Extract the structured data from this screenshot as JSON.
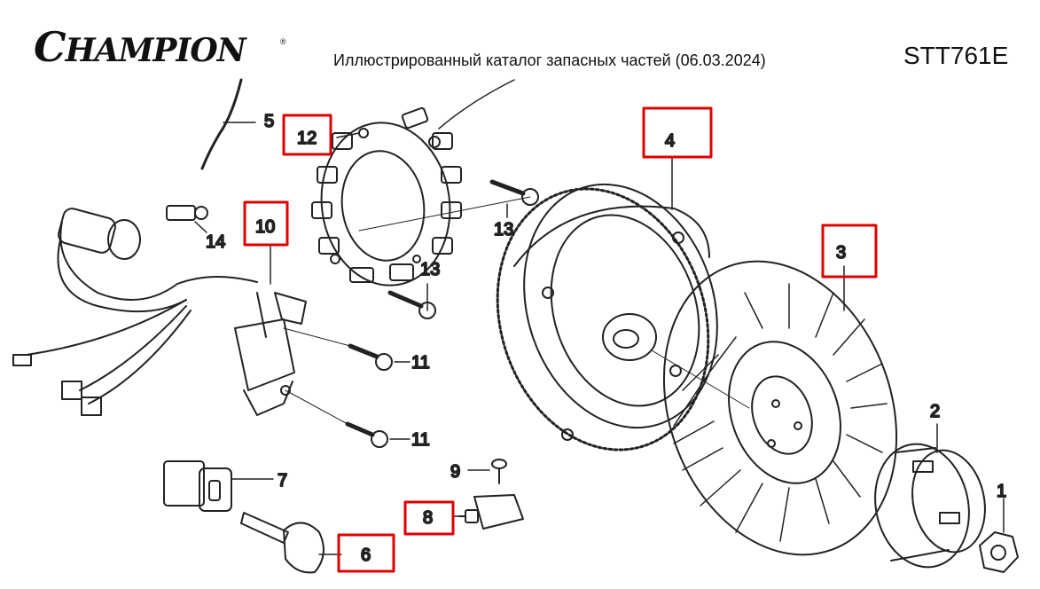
{
  "header": {
    "brand": "CHAMPION",
    "brand_first": "C",
    "brand_rest": "HAMPION",
    "registered": "®",
    "title": "Иллюстрированный каталог запасных частей (06.03.2024)",
    "model": "STT761E"
  },
  "parts": [
    {
      "id": "1",
      "label": "1",
      "highlighted": false,
      "name": "nut"
    },
    {
      "id": "2",
      "label": "2",
      "highlighted": false,
      "name": "starter-cup"
    },
    {
      "id": "3",
      "label": "3",
      "highlighted": true,
      "name": "cooling-fan"
    },
    {
      "id": "4",
      "label": "4",
      "highlighted": true,
      "name": "flywheel"
    },
    {
      "id": "5",
      "label": "5",
      "highlighted": false,
      "name": "wire"
    },
    {
      "id": "6",
      "label": "6",
      "highlighted": true,
      "name": "key"
    },
    {
      "id": "7",
      "label": "7",
      "highlighted": false,
      "name": "ignition-switch"
    },
    {
      "id": "8",
      "label": "8",
      "highlighted": true,
      "name": "switch"
    },
    {
      "id": "9",
      "label": "9",
      "highlighted": false,
      "name": "screw"
    },
    {
      "id": "10",
      "label": "10",
      "highlighted": true,
      "name": "ignition-coil"
    },
    {
      "id": "11",
      "label": "11",
      "highlighted": false,
      "name": "bolt"
    },
    {
      "id": "12",
      "label": "12",
      "highlighted": true,
      "name": "stator"
    },
    {
      "id": "13",
      "label": "13",
      "highlighted": false,
      "name": "bolt"
    },
    {
      "id": "14",
      "label": "14",
      "highlighted": false,
      "name": "terminal"
    }
  ],
  "colors": {
    "highlight": "#e00000",
    "line": "#222222",
    "label": "#555555"
  }
}
